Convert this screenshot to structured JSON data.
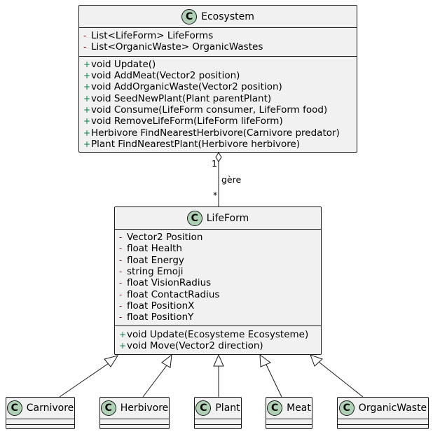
{
  "diagram": {
    "classes": {
      "ecosystem": {
        "stereotype_icon": "C",
        "name": "Ecosystem",
        "attributes": [
          {
            "vis": "-",
            "text": "List<LifeForm> LifeForms"
          },
          {
            "vis": "-",
            "text": "List<OrganicWaste> OrganicWastes"
          }
        ],
        "methods": [
          {
            "vis": "+",
            "text": "void Update()"
          },
          {
            "vis": "+",
            "text": "void AddMeat(Vector2 position)"
          },
          {
            "vis": "+",
            "text": "void AddOrganicWaste(Vector2 position)"
          },
          {
            "vis": "+",
            "text": "void SeedNewPlant(Plant parentPlant)"
          },
          {
            "vis": "+",
            "text": "void Consume(LifeForm consumer, LifeForm food)"
          },
          {
            "vis": "+",
            "text": "void RemoveLifeForm(LifeForm lifeForm)"
          },
          {
            "vis": "+",
            "text": "Herbivore FindNearestHerbivore(Carnivore predator)"
          },
          {
            "vis": "+",
            "text": "Plant FindNearestPlant(Herbivore herbivore)"
          }
        ]
      },
      "lifeform": {
        "stereotype_icon": "C",
        "name": "LifeForm",
        "attributes": [
          {
            "vis": "-",
            "text": "Vector2 Position"
          },
          {
            "vis": "-",
            "text": "float Health"
          },
          {
            "vis": "-",
            "text": "float Energy"
          },
          {
            "vis": "-",
            "text": "string Emoji"
          },
          {
            "vis": "-",
            "text": "float VisionRadius"
          },
          {
            "vis": "-",
            "text": "float ContactRadius"
          },
          {
            "vis": "-",
            "text": "float PositionX"
          },
          {
            "vis": "-",
            "text": "float PositionY"
          }
        ],
        "methods": [
          {
            "vis": "+",
            "text": "void Update(Ecosysteme Ecosysteme)"
          },
          {
            "vis": "+",
            "text": "void Move(Vector2 direction)"
          }
        ]
      },
      "carnivore": {
        "stereotype_icon": "C",
        "name": "Carnivore"
      },
      "herbivore": {
        "stereotype_icon": "C",
        "name": "Herbivore"
      },
      "plant": {
        "stereotype_icon": "C",
        "name": "Plant"
      },
      "meat": {
        "stereotype_icon": "C",
        "name": "Meat"
      },
      "organicwaste": {
        "stereotype_icon": "C",
        "name": "OrganicWaste"
      }
    },
    "aggregation": {
      "label": "gère",
      "source_multiplicity": "1",
      "target_multiplicity": "*"
    },
    "colors": {
      "class_fill": "#f1f1f1",
      "border": "#181818",
      "icon_fill": "#add1b2",
      "private_marker": "#8b0000",
      "public_marker": "#038048"
    }
  }
}
